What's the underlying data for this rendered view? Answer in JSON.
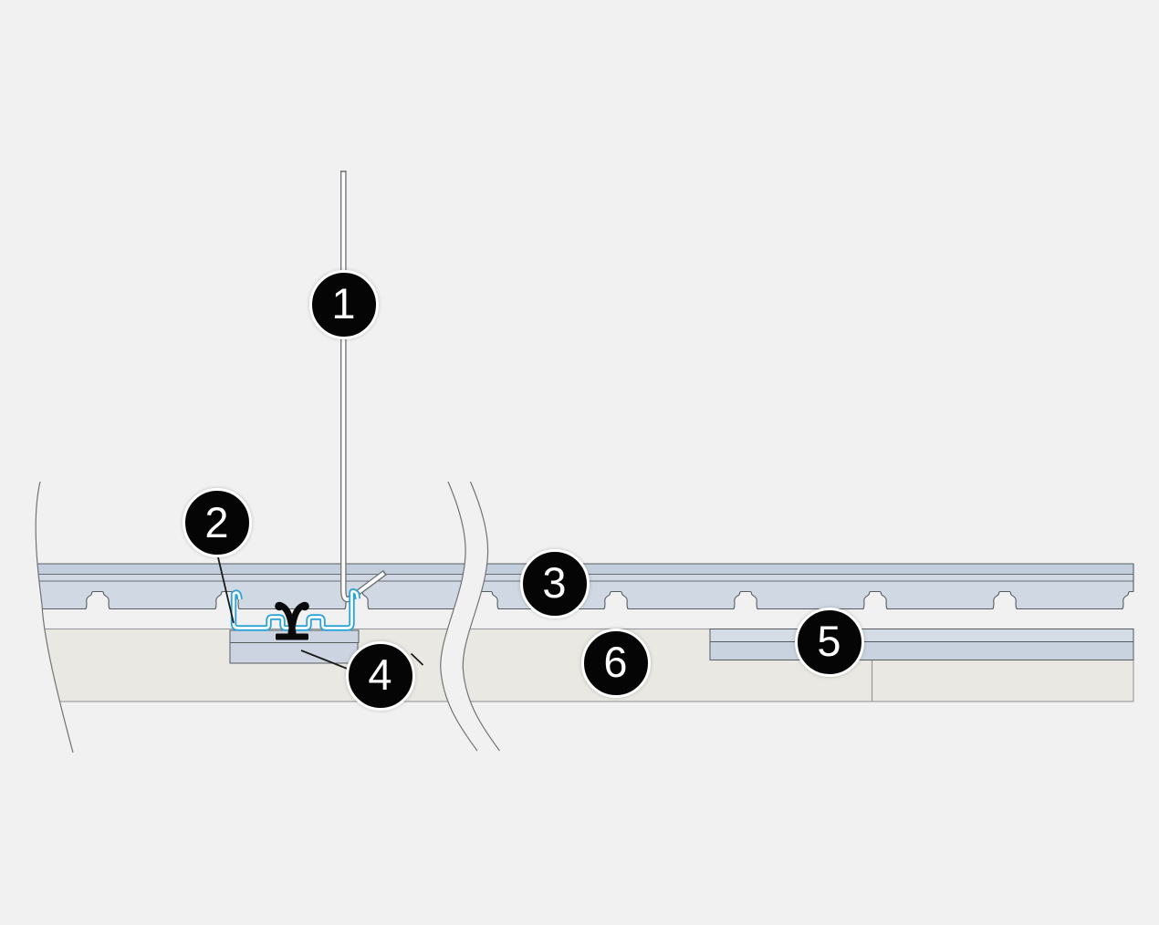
{
  "diagram": {
    "type": "technical-detail-drawing",
    "callouts": [
      {
        "label": "1"
      },
      {
        "label": "2"
      },
      {
        "label": "3"
      },
      {
        "label": "4"
      },
      {
        "label": "5"
      },
      {
        "label": "6"
      }
    ],
    "colors": {
      "background": "#f1f1f2",
      "rail_fill": "#cfd8e3",
      "rail_fill_top": "#c3cedc",
      "rail_line": "#585c61",
      "panel_fill": "#e9e8e2",
      "panel_line": "#97999b",
      "plate_fill": "#cbd4e0",
      "plate5_fill_top": "#d4dce6",
      "plate5_fill": "#c9d3df",
      "highlight_blue": "#2aa3d8",
      "clip_black": "#0a0a0a",
      "wire_outline": "#717477",
      "wire_core": "#ffffff",
      "break_line": "#707376",
      "leader": "#1a1a1a",
      "callout_bg": "#050505",
      "callout_ring": "#ffffff",
      "callout_text": "#ffffff"
    }
  }
}
